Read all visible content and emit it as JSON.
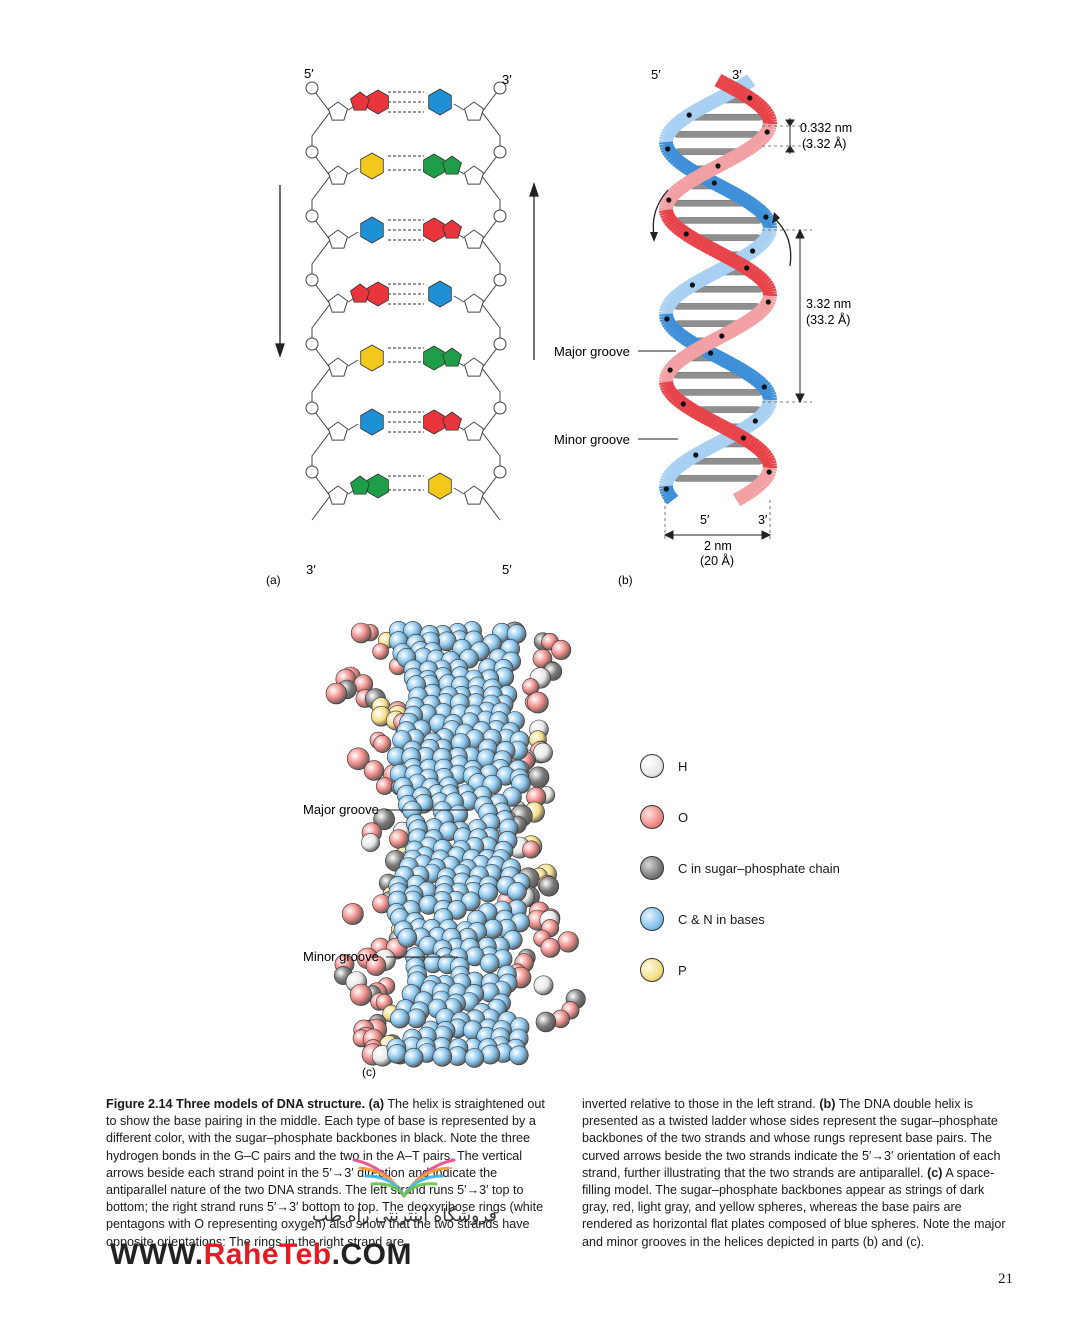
{
  "panel_a": {
    "label": "(a)",
    "top_left": "5′",
    "top_right": "3′",
    "bottom_left": "3′",
    "bottom_right": "5′",
    "base_pairs": [
      {
        "left": "purine",
        "left_color": "#e8343a",
        "right": "pyrimidine",
        "right_color": "#1e90d6",
        "bonds": 3
      },
      {
        "left": "pyrimidine",
        "left_color": "#f2c81a",
        "right": "purine",
        "right_color": "#1f9e4a",
        "bonds": 2
      },
      {
        "left": "pyrimidine",
        "left_color": "#1e90d6",
        "right": "purine",
        "right_color": "#e8343a",
        "bonds": 3
      },
      {
        "left": "purine",
        "left_color": "#e8343a",
        "right": "pyrimidine",
        "right_color": "#1e90d6",
        "bonds": 3
      },
      {
        "left": "pyrimidine",
        "left_color": "#f2c81a",
        "right": "purine",
        "right_color": "#1f9e4a",
        "bonds": 2
      },
      {
        "left": "pyrimidine",
        "left_color": "#1e90d6",
        "right": "purine",
        "right_color": "#e8343a",
        "bonds": 3
      },
      {
        "left": "purine",
        "left_color": "#1f9e4a",
        "right": "pyrimidine",
        "right_color": "#f2c81a",
        "bonds": 2
      }
    ]
  },
  "panel_b": {
    "label": "(b)",
    "top_left": "5′",
    "top_right": "3′",
    "bottom_left": "5′",
    "bottom_right": "3′",
    "rise_value": "0.332 nm",
    "rise_value_alt": "(3.32 Å)",
    "pitch_value": "3.32 nm",
    "pitch_value_alt": "(33.2 Å)",
    "width_value": "2 nm",
    "width_value_alt": "(20 Å)",
    "major_groove": "Major groove",
    "minor_groove": "Minor groove",
    "colors": {
      "red_strand": "#e8434a",
      "blue_strand": "#3d8fd8",
      "rung": "#8f8f8f"
    }
  },
  "panel_c": {
    "label": "(c)",
    "major_groove": "Major groove",
    "minor_groove": "Minor groove",
    "legend": [
      {
        "label": "H",
        "color": "#e8e8e8"
      },
      {
        "label": "O",
        "color": "#ee8a86"
      },
      {
        "label": "C in sugar–phosphate chain",
        "color": "#7a7a7a"
      },
      {
        "label": "C & N in bases",
        "color": "#86c4ec"
      },
      {
        "label": "P",
        "color": "#f6df86"
      }
    ]
  },
  "caption": {
    "fig_label": "Figure 2.14",
    "fig_title": "Three models of DNA structure.",
    "part_a": "(a)",
    "text_a": "The helix is straightened out to show the base pairing in the middle. Each type of base is represented by a different color, with the sugar–phosphate backbones in black. Note the three hydrogen bonds in the G–C pairs and the two in the A–T pairs. The vertical arrows beside each strand point in the 5′→3′ direction and indicate the antiparallel nature of the two DNA strands. The left strand runs 5′→3′ top to bottom; the right strand runs 5′→3′ bottom to top. The deoxyribose rings (white pentagons with O representing oxygen) also show that the two strands have opposite orientations: The rings in the right strand are",
    "text_a2": "inverted relative to those in the left strand.",
    "part_b": "(b)",
    "text_b": "The DNA double helix is presented as a twisted ladder whose sides represent the sugar–phosphate backbones of the two strands and whose rungs represent base pairs. The curved arrows beside the two strands indicate the 5′→3′ orientation of each strand, further illustrating that the two strands are antiparallel.",
    "part_c": "(c)",
    "text_c": "A space-filling model. The sugar–phosphate backbones appear as strings of dark gray, red, light gray, and yellow spheres, whereas the base pairs are rendered as horizontal flat plates composed of blue spheres. Note the major and minor grooves in the helices depicted in parts (b) and (c)."
  },
  "watermark": {
    "url_prefix": "WWW.",
    "url_brand": "RaheTeb",
    "url_suffix": ".COM",
    "persian": "فروشگاه اینترنتی راه طب"
  },
  "page_number": "21"
}
